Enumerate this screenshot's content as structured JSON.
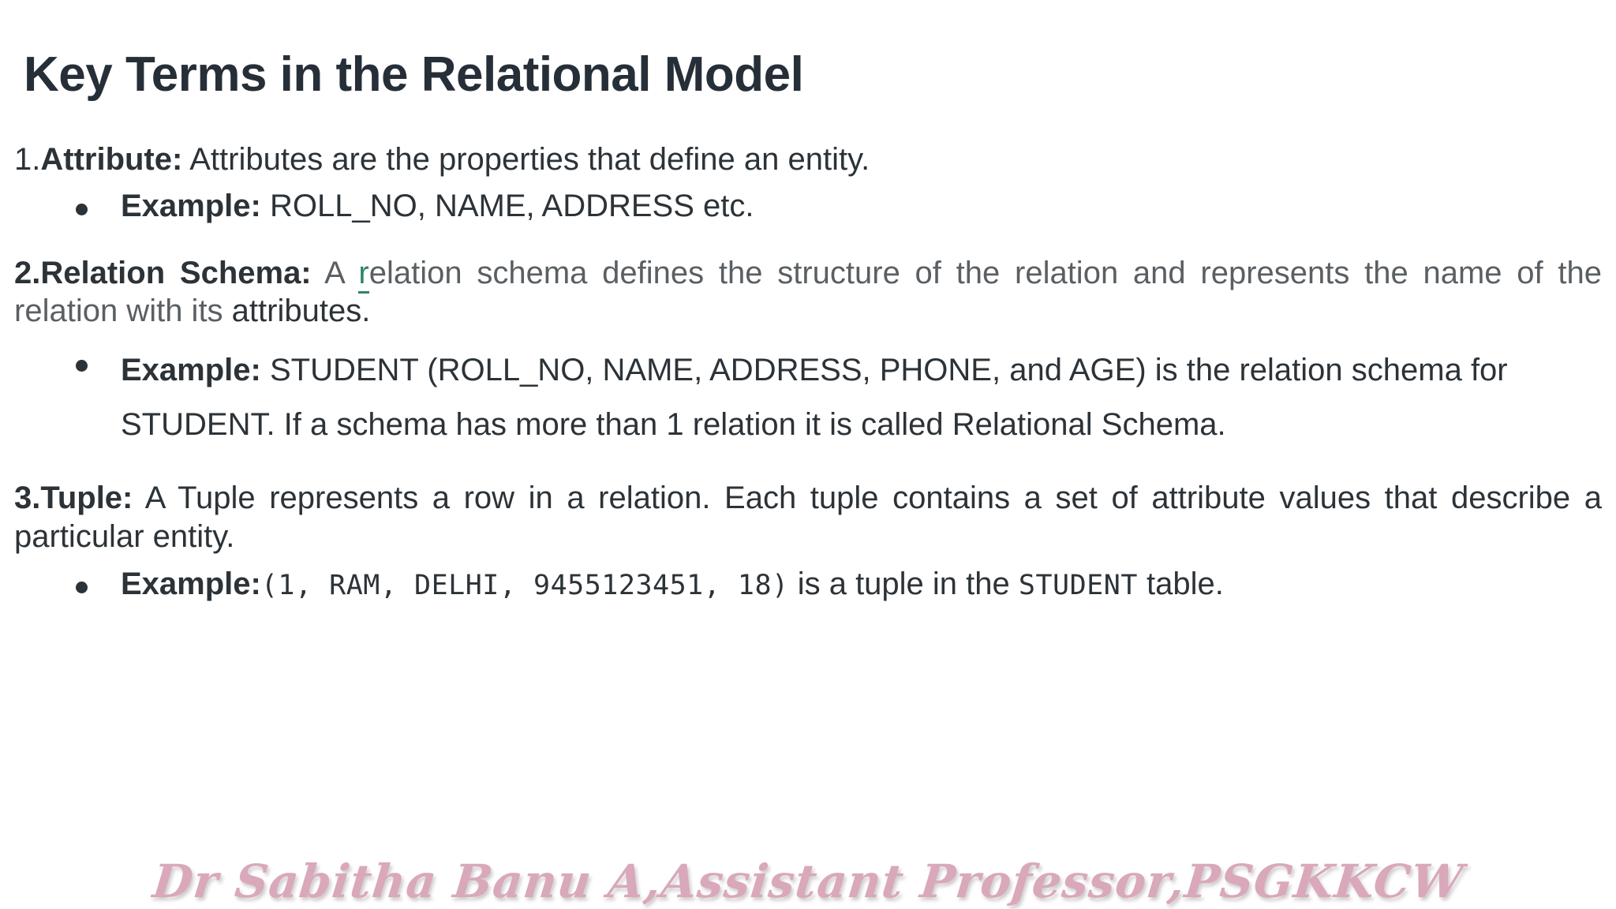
{
  "slide": {
    "title": "Key Terms in the Relational Model",
    "background_color": "#ffffff",
    "title_color": "#262f38",
    "body_color": "#2c3338",
    "muted_body_color": "#5a5f63",
    "spellcheck_color": "#2f8468",
    "watermark_color": "#d9a8ba"
  },
  "terms": [
    {
      "number": "1.",
      "name": "Attribute:",
      "definition": " Attributes are the properties that define an entity.",
      "bullets": [
        {
          "label": "Example:",
          "text": " ROLL_NO, NAME, ADDRESS etc."
        }
      ]
    },
    {
      "number": "2.",
      "name": "Relation Schema:",
      "def_part_1": " A ",
      "def_flagged_letter": "r",
      "def_part_2": "elation schema defines the structure of the relation and represents the name of the relation with its ",
      "def_emphasis": "attributes",
      "def_part_3": ".",
      "bullets": [
        {
          "label": "Example:",
          "text": " STUDENT (ROLL_NO, NAME, ADDRESS, PHONE, and AGE) is the relation schema for STUDENT. If a schema has more than 1 relation it is called Relational Schema."
        }
      ]
    },
    {
      "number": "3.",
      "name": "Tuple:",
      "definition": " A Tuple represents a row in a relation. Each tuple contains a set of attribute values that describe a particular entity.",
      "bullets": [
        {
          "label": "Example:",
          "mono_1": "(1, RAM, DELHI, 9455123451, 18)",
          "text_mid": " is a tuple in the ",
          "mono_2": "STUDENT",
          "text_end": " table."
        }
      ]
    }
  ],
  "watermark": {
    "text": "Dr Sabitha Banu A,Assistant Professor,PSGKKCW"
  }
}
